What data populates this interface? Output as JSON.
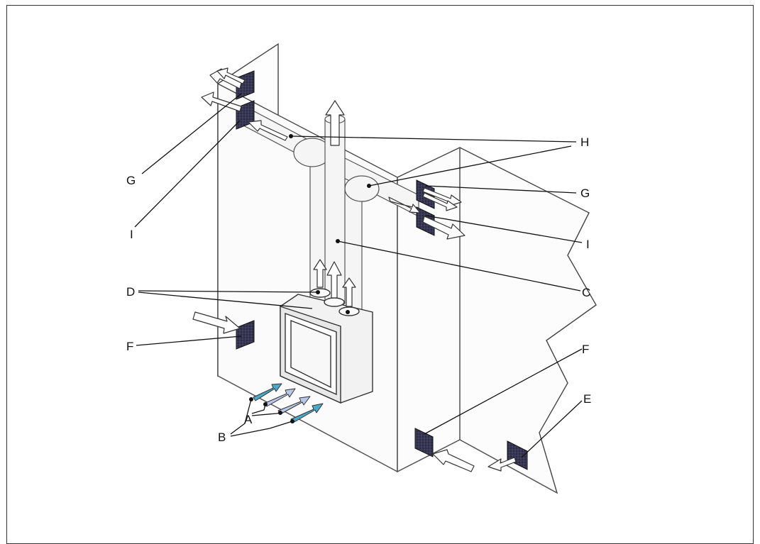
{
  "labels": {
    "A": "A",
    "B": "B",
    "C": "C",
    "D": "D",
    "E": "E",
    "F_left": "F",
    "F_right": "F",
    "G_left": "G",
    "G_right": "G",
    "H": "H",
    "I_left": "I",
    "I_right": "I"
  },
  "colors": {
    "outline": "#333333",
    "grille": "#2a2a44",
    "duct_fill": "#f5f5f5",
    "arrow_fresh": "#4aa8c8",
    "arrow_light": "#b8c6e8"
  }
}
